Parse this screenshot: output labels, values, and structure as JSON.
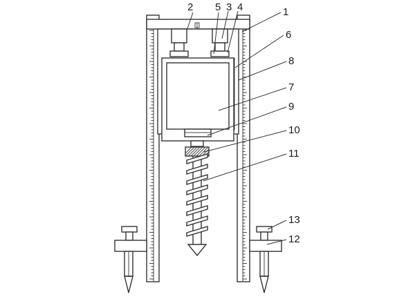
{
  "figure": {
    "callouts": [
      {
        "id": "label-1",
        "text": "1"
      },
      {
        "id": "label-2",
        "text": "2"
      },
      {
        "id": "label-3",
        "text": "3"
      },
      {
        "id": "label-4",
        "text": "4"
      },
      {
        "id": "label-5",
        "text": "5"
      },
      {
        "id": "label-6",
        "text": "6"
      },
      {
        "id": "label-7",
        "text": "7"
      },
      {
        "id": "label-8",
        "text": "8"
      },
      {
        "id": "label-9",
        "text": "9"
      },
      {
        "id": "label-10",
        "text": "10"
      },
      {
        "id": "label-11",
        "text": "11"
      },
      {
        "id": "label-12",
        "text": "12"
      },
      {
        "id": "label-13",
        "text": "13"
      }
    ]
  }
}
